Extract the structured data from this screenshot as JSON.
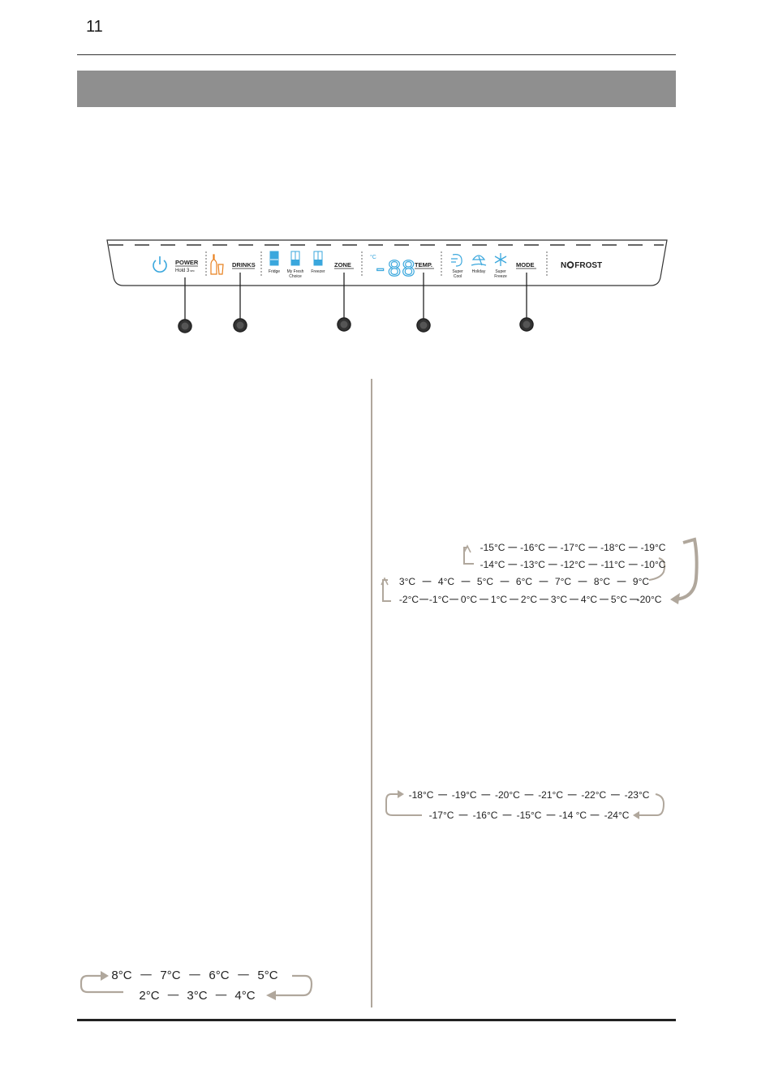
{
  "page": {
    "number": "11"
  },
  "colors": {
    "header_band": "#8f8f8f",
    "arrow": "#b0a79c",
    "led_blue": "#3aa7dd",
    "drinks_orange": "#e8801e"
  },
  "panel": {
    "power": {
      "label": "POWER",
      "sublabel": "Hold 3",
      "sublabel_unit": "sec",
      "icon": "power-icon"
    },
    "drinks": {
      "label": "DRINKS",
      "icon": "bottle-glass-icon"
    },
    "zones": [
      {
        "label": "Fridge",
        "icon": "fridge-compartment-icon"
      },
      {
        "label": "My Fresh",
        "label2": "Choice",
        "icon": "fresh-compartment-icon"
      },
      {
        "label": "Freezer",
        "icon": "freezer-compartment-icon"
      }
    ],
    "zone": {
      "label": "ZONE"
    },
    "display": {
      "unit": "°C",
      "digits": "-88"
    },
    "temp": {
      "label": "TEMP."
    },
    "modes": [
      {
        "label": "Super",
        "label2": "Cool",
        "icon": "super-cool-icon"
      },
      {
        "label": "Holiday",
        "icon": "holiday-icon"
      },
      {
        "label": "Super",
        "label2": "Freeze",
        "icon": "snowflake-icon"
      }
    ],
    "mode": {
      "label": "MODE"
    },
    "brand": {
      "pre": "N",
      "post": "FROST"
    }
  },
  "sequences": {
    "fresh_choice": {
      "row1": [
        "-15°C",
        "-16°C",
        "-17°C",
        "-18°C",
        "-19°C"
      ],
      "row2": [
        "-14°C",
        "-13°C",
        "-12°C",
        "-11°C",
        "-10°C"
      ],
      "row3": [
        "3°C",
        "4°C",
        "5°C",
        "6°C",
        "7°C",
        "8°C",
        "9°C"
      ],
      "row4": [
        "-2°C",
        "-1°C",
        "0°C",
        "1°C",
        "2°C",
        "3°C",
        "4°C",
        "5°C",
        "-20°C"
      ]
    },
    "freezer": {
      "row1": [
        "-18°C",
        "-19°C",
        "-20°C",
        "-21°C",
        "-22°C",
        "-23°C"
      ],
      "row2": [
        "-17°C",
        "-16°C",
        "-15°C",
        "-14 °C",
        "-24°C"
      ]
    },
    "fridge": {
      "row1": [
        "8°C",
        "7°C",
        "6°C",
        "5°C"
      ],
      "row2": [
        "2°C",
        "3°C",
        "4°C"
      ]
    }
  }
}
